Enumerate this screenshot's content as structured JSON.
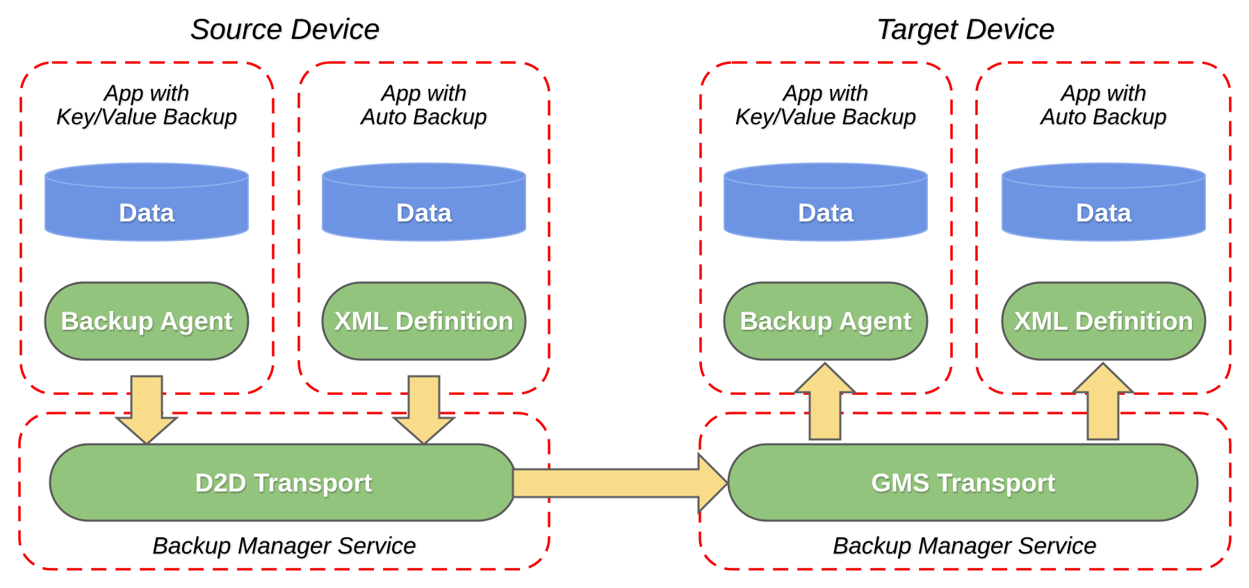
{
  "colors": {
    "background": "#FFFFFF",
    "red_dash": "#F40606",
    "cylinder_fill": "#6D94E3",
    "cylinder_stroke": "#8FAEEC",
    "component_fill": "#93C47D",
    "component_stroke": "#595959",
    "arrow_fill": "#F9DC8A",
    "arrow_stroke": "#606060",
    "text_dark": "#000000",
    "text_light": "#FFFFFF"
  },
  "source": {
    "title": "Source Device",
    "apps": [
      {
        "title_line1": "App with",
        "title_line2": "Key/Value Backup",
        "data_label": "Data",
        "component_label": "Backup Agent"
      },
      {
        "title_line1": "App with",
        "title_line2": "Auto Backup",
        "data_label": "Data",
        "component_label": "XML Definition"
      }
    ],
    "service": {
      "transport_label": "D2D Transport",
      "service_label": "Backup Manager Service"
    }
  },
  "target": {
    "title": "Target Device",
    "apps": [
      {
        "title_line1": "App with",
        "title_line2": "Key/Value Backup",
        "data_label": "Data",
        "component_label": "Backup Agent"
      },
      {
        "title_line1": "App with",
        "title_line2": "Auto Backup",
        "data_label": "Data",
        "component_label": "XML Definition"
      }
    ],
    "service": {
      "transport_label": "GMS Transport",
      "service_label": "Backup Manager Service"
    }
  }
}
